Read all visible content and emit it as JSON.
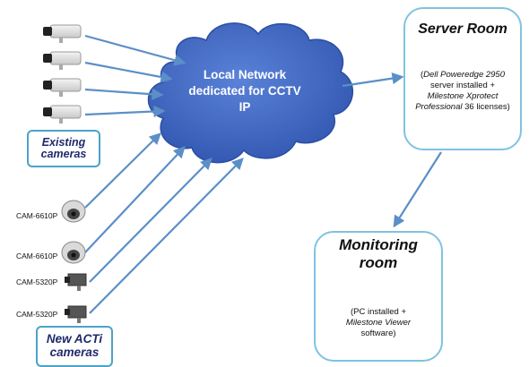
{
  "cloud": {
    "line1": "Local Network",
    "line2": "dedicated for CCTV",
    "line3": "IP"
  },
  "existing_box": {
    "line1": "Existing",
    "line2": "cameras"
  },
  "new_box": {
    "line1": "New ACTi",
    "line2": "cameras"
  },
  "new_cameras": [
    {
      "label": "CAM-6610P"
    },
    {
      "label": "CAM-6610P"
    },
    {
      "label": "CAM-5320P"
    },
    {
      "label": "CAM-5320P"
    }
  ],
  "server_room": {
    "title": "Server Room",
    "desc_open": "(",
    "desc_italic1": "Dell Poweredge 2950",
    "desc_mid": "server installed +",
    "desc_italic2": "Milestone Xprotect Professional",
    "desc_end": "36 licenses)"
  },
  "monitoring_room": {
    "title_line1": "Monitoring",
    "title_line2": "room",
    "desc_line1": "(PC installed +",
    "desc_italic": "Milestone Viewer",
    "desc_line3": "software)"
  },
  "colors": {
    "arrow": "#5b8fc7",
    "cloud_fill": "#3f66c4",
    "box_border": "#4aa3c8",
    "panel_border": "#7fc3e0"
  }
}
